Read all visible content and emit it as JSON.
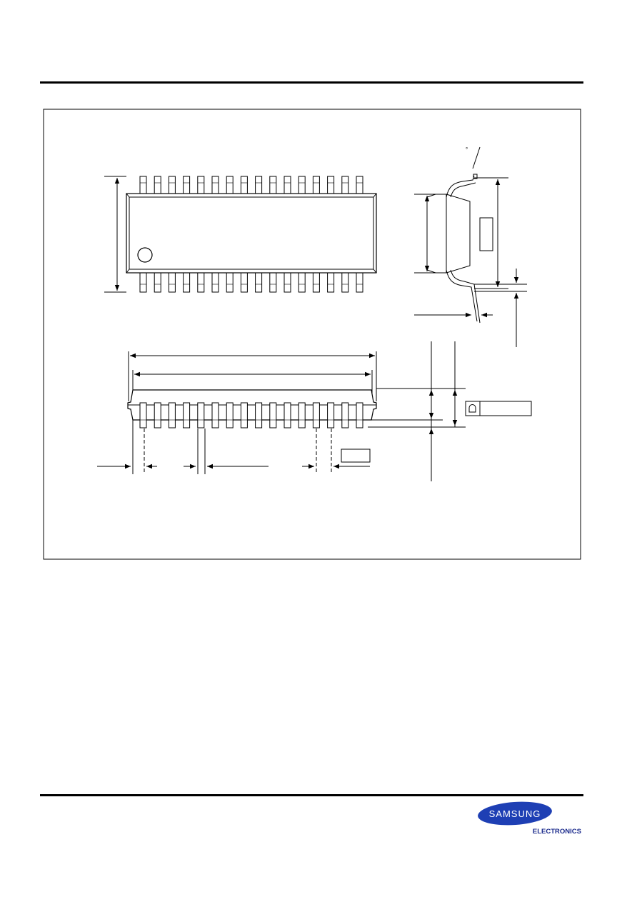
{
  "document": {
    "footer": {
      "brand": "SAMSUNG",
      "division": "ELECTRONICS"
    }
  },
  "drawing": {
    "package_pins_per_side": 16,
    "side_view_angle_mark": "°"
  },
  "colors": {
    "line": "#000000",
    "logo_blue": "#1e3fb4",
    "logo_text": "#ffffff",
    "division_text": "#1a2a8c"
  }
}
